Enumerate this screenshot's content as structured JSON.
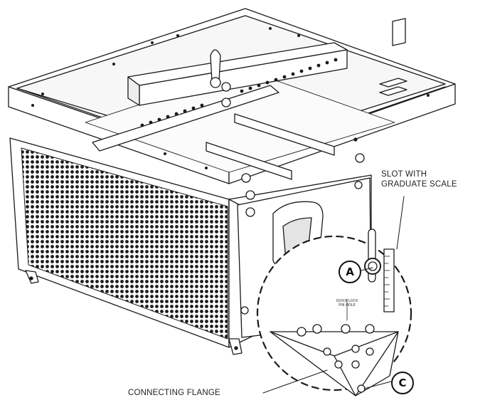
{
  "callouts": {
    "slot": [
      "SLOT WITH",
      "GRADUATE SCALE"
    ],
    "flange": "CONNECTING FLANGE"
  },
  "badges": {
    "a": "A",
    "c": "C"
  },
  "detail": {
    "quick_lock": [
      "QUICK LOCK",
      "PIN HOLE"
    ]
  }
}
